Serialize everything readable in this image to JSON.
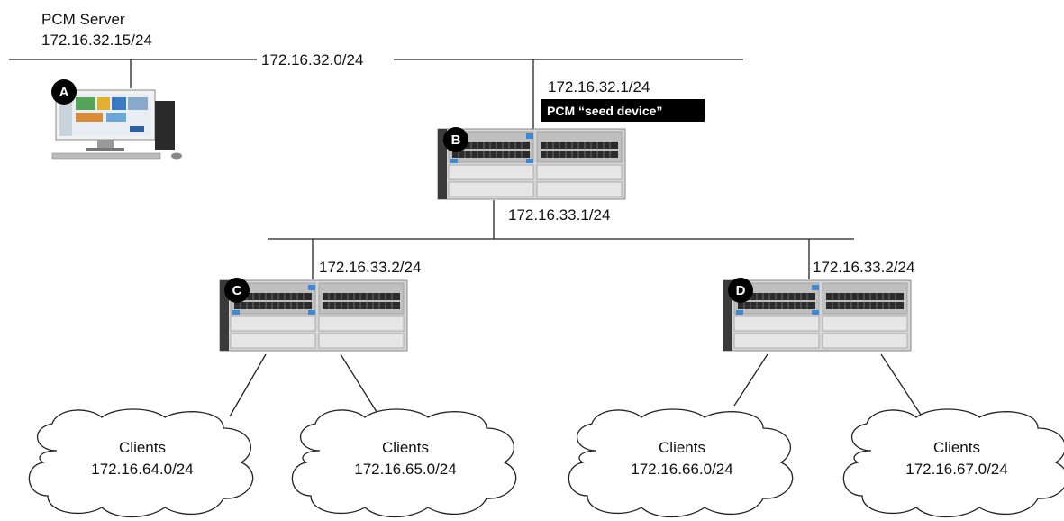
{
  "server": {
    "name": "PCM Server",
    "ip": "172.16.32.15/24",
    "marker": "A"
  },
  "networks": {
    "top": "172.16.32.0/24"
  },
  "switch_b": {
    "marker": "B",
    "ip_up": "172.16.32.1/24",
    "seed_label": "PCM “seed device”",
    "ip_down": "172.16.33.1/24"
  },
  "switch_c": {
    "marker": "C",
    "ip": "172.16.33.2/24"
  },
  "switch_d": {
    "marker": "D",
    "ip": "172.16.33.2/24"
  },
  "clouds": [
    {
      "title": "Clients",
      "subnet": "172.16.64.0/24"
    },
    {
      "title": "Clients",
      "subnet": "172.16.65.0/24"
    },
    {
      "title": "Clients",
      "subnet": "172.16.66.0/24"
    },
    {
      "title": "Clients",
      "subnet": "172.16.67.0/24"
    }
  ],
  "colors": {
    "line": "#222222",
    "marker_bg": "#000000",
    "switch_body": "#d8d8d8",
    "switch_side": "#3a3a3a",
    "seed_bg": "#000000"
  }
}
